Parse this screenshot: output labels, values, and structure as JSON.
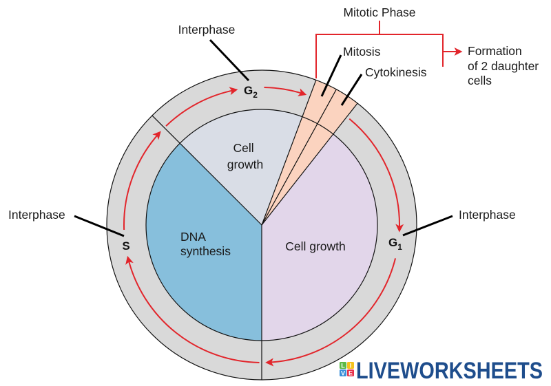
{
  "diagram": {
    "mitotic_phase": {
      "label": "Mitotic Phase",
      "mitosis_label": "Mitosis",
      "cytokinesis_label": "Cytokinesis",
      "outcome_lines": [
        "Formation",
        "of 2 daughter",
        "cells"
      ]
    },
    "interphase_labels": {
      "top": "Interphase",
      "left": "Interphase",
      "right": "Interphase"
    },
    "stage_labels": {
      "g2": {
        "letter": "G",
        "sub": "2"
      },
      "s": {
        "letter": "S"
      },
      "g1": {
        "letter": "G",
        "sub": "1"
      }
    },
    "sector_labels": {
      "g2": [
        "Cell",
        "growth"
      ],
      "s": [
        "DNA",
        "synthesis"
      ],
      "g1": [
        "Cell growth"
      ]
    },
    "phases": [
      {
        "id": "g2",
        "cycle_fraction": 0.182,
        "color": "#d9dde6"
      },
      {
        "id": "mitosis",
        "cycle_fraction": 0.023,
        "color": "#fbd3bf"
      },
      {
        "id": "cytokinesis",
        "cycle_fraction": 0.026,
        "color": "#fbd3bf"
      },
      {
        "id": "g1",
        "cycle_fraction": 0.394,
        "color": "#e2d6ea"
      },
      {
        "id": "s",
        "cycle_fraction": 0.375,
        "color": "#87bfdc"
      }
    ]
  },
  "colors": {
    "ring": "#d9d9d9",
    "arrow": "#e2252b",
    "bracket": "#e2252b",
    "outline": "#111111"
  },
  "watermark": {
    "text": "LIVEWORKSHEETS",
    "text_color": "#1e4d8c",
    "tiles": [
      {
        "letter": "L",
        "color": "#5bb946"
      },
      {
        "letter": "I",
        "color": "#f4c21d"
      },
      {
        "letter": "V",
        "color": "#3b8fd9"
      },
      {
        "letter": "E",
        "color": "#e8304a"
      }
    ]
  }
}
